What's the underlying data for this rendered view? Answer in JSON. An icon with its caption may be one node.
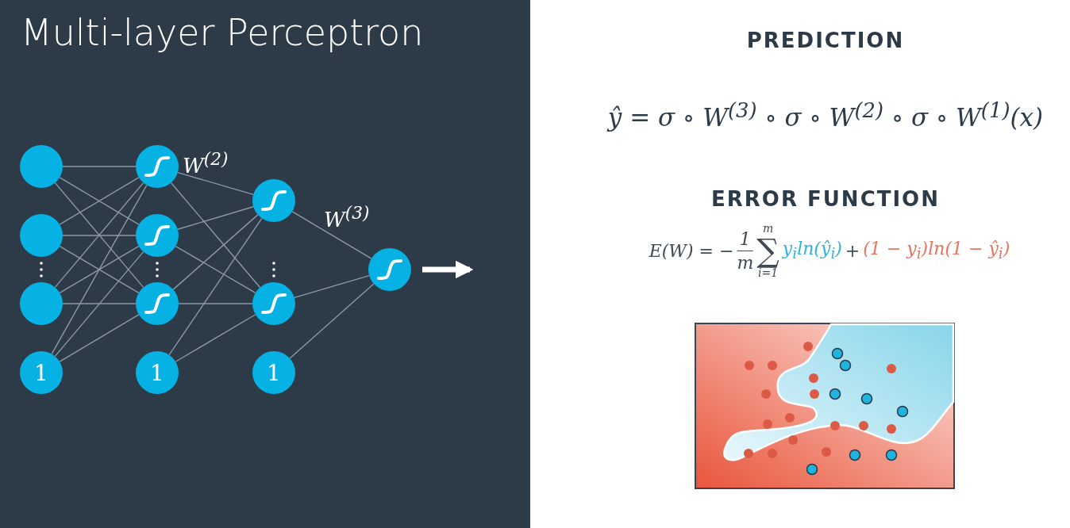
{
  "diagram": {
    "title": "Multi-layer Perceptron",
    "nodes": [
      {
        "text": [],
        "shape": "circle"
      },
      {
        "text": [],
        "shape": "circle"
      },
      {
        "text": [],
        "shape": "circle"
      },
      {
        "text": [
          "1"
        ]
      },
      {
        "text": [],
        "shape": "circle"
      },
      {
        "text": [],
        "shape": "circle"
      },
      {
        "text": [],
        "shape": "circle"
      },
      {
        "text": [
          "1"
        ]
      },
      {
        "text": [],
        "shape": "circle"
      },
      {
        "text": [],
        "shape": "circle"
      },
      {
        "text": [
          "1"
        ]
      },
      {
        "text": [],
        "shape": "circle"
      }
    ],
    "edges": [
      {
        "from": 0,
        "to": 4,
        "arrow": "none"
      },
      {
        "from": 0,
        "to": 5,
        "arrow": "none"
      },
      {
        "from": 0,
        "to": 6,
        "arrow": "none"
      },
      {
        "from": 1,
        "to": 4,
        "arrow": "none"
      },
      {
        "from": 1,
        "to": 5,
        "arrow": "none"
      },
      {
        "from": 1,
        "to": 6,
        "arrow": "none"
      },
      {
        "from": 2,
        "to": 4,
        "arrow": "none"
      },
      {
        "from": 2,
        "to": 5,
        "arrow": "none"
      },
      {
        "from": 2,
        "to": 6,
        "arrow": "none"
      },
      {
        "from": 3,
        "to": 4,
        "arrow": "none"
      },
      {
        "from": 3,
        "to": 5,
        "arrow": "none"
      },
      {
        "from": 3,
        "to": 6,
        "arrow": "none"
      },
      {
        "from": 4,
        "to": 8,
        "arrow": "none"
      },
      {
        "from": 4,
        "to": 9,
        "arrow": "none"
      },
      {
        "from": 5,
        "to": 8,
        "arrow": "none"
      },
      {
        "from": 5,
        "to": 9,
        "arrow": "none"
      },
      {
        "from": 6,
        "to": 8,
        "arrow": "none"
      },
      {
        "from": 6,
        "to": 9,
        "arrow": "none"
      },
      {
        "from": 7,
        "to": 8,
        "arrow": "none"
      },
      {
        "from": 7,
        "to": 9,
        "arrow": "none"
      },
      {
        "from": 8,
        "to": 11,
        "arrow": "none"
      },
      {
        "from": 9,
        "to": 11,
        "arrow": "none"
      },
      {
        "from": 10,
        "to": 11,
        "arrow": "none"
      },
      {
        "from": 11,
        "to": null,
        "arrow": "to",
        "style": "thick",
        "color": "#ffffff"
      }
    ],
    "labels": [
      "W$^{(2)}$",
      "W$^{(3)}$",
      "PREDICTION",
      "ŷ = σ ∘ W$^{(3)}$ ∘ σ ∘ W$^{(2)}$ ∘ σ ∘ W$^{(1)}$(x)",
      "ERROR FUNCTION",
      "E(W) = −",
      "1",
      "m",
      "m",
      "∑",
      "i=1",
      "y$_{i}$ln(ŷ$_{i}$)",
      "+",
      "(1 − y$_{i}$)ln(1 − ŷ$_{i}$)"
    ]
  }
}
